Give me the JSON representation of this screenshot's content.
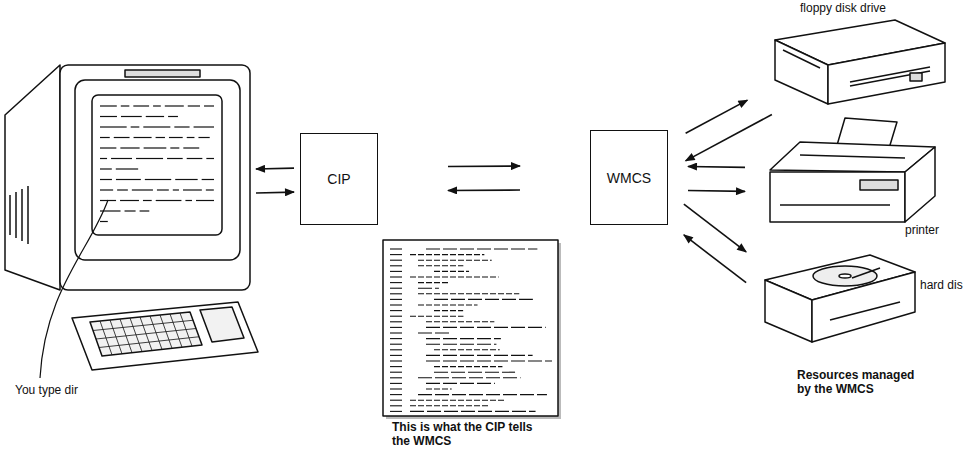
{
  "diagram": {
    "nodes": [
      {
        "text": [
          "You type dir"
        ]
      },
      {
        "text": [
          "CIP"
        ]
      },
      {
        "text": [
          "WMCS"
        ]
      },
      {
        "text": [
          "floppy disk drive"
        ]
      },
      {
        "text": [
          "printer"
        ]
      },
      {
        "text": [
          "hard dis"
        ]
      }
    ],
    "edges": [
      {
        "from": 1,
        "to": 0,
        "arrow": "to"
      },
      {
        "from": 0,
        "to": 1,
        "arrow": "to"
      },
      {
        "from": 1,
        "to": 2,
        "arrow": "to"
      },
      {
        "from": 2,
        "to": 1,
        "arrow": "to"
      },
      {
        "from": 2,
        "to": 3,
        "arrow": "to"
      },
      {
        "from": 3,
        "to": 2,
        "arrow": "to"
      },
      {
        "from": 4,
        "to": 2,
        "arrow": "to"
      },
      {
        "from": 2,
        "to": 4,
        "arrow": "to"
      },
      {
        "from": 2,
        "to": 5,
        "arrow": "to"
      },
      {
        "from": 5,
        "to": 2,
        "arrow": "to"
      }
    ],
    "labels": [
      "This is what the CIP tells the WMCS",
      "Resources managed by the WMCS"
    ]
  }
}
